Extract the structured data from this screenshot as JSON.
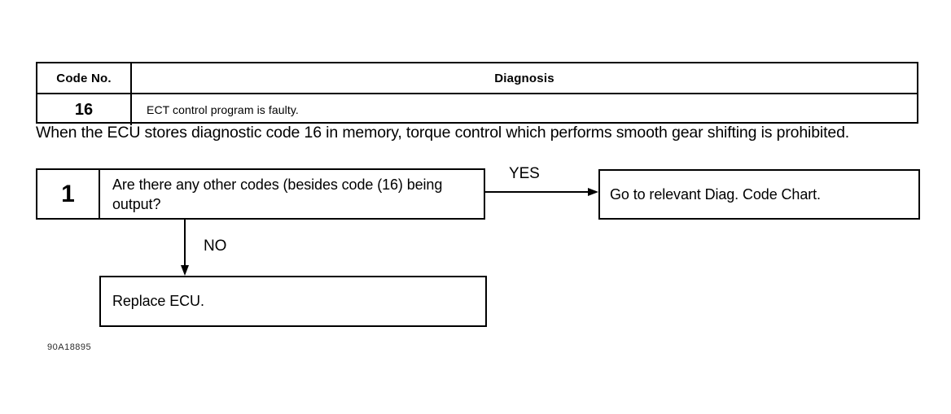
{
  "table": {
    "headers": [
      "Code No.",
      "Diagnosis"
    ],
    "rows": [
      {
        "code": "16",
        "diagnosis": "ECT control program is faulty."
      }
    ]
  },
  "intro": {
    "text": "When the ECU stores diagnostic code 16 in memory, torque control which performs smooth gear shifting is prohibited."
  },
  "flowchart": {
    "step1": {
      "number": "1",
      "question": "Are there any other codes (besides code (16) being output?"
    },
    "branches": {
      "yes_label": "YES",
      "no_label": "NO"
    },
    "yes_result": {
      "text": "Go to relevant Diag. Code Chart."
    },
    "no_result": {
      "text": "Replace ECU."
    }
  },
  "figure_id": "90A18895",
  "colors": {
    "ink": "#000000",
    "page": "#ffffff"
  }
}
